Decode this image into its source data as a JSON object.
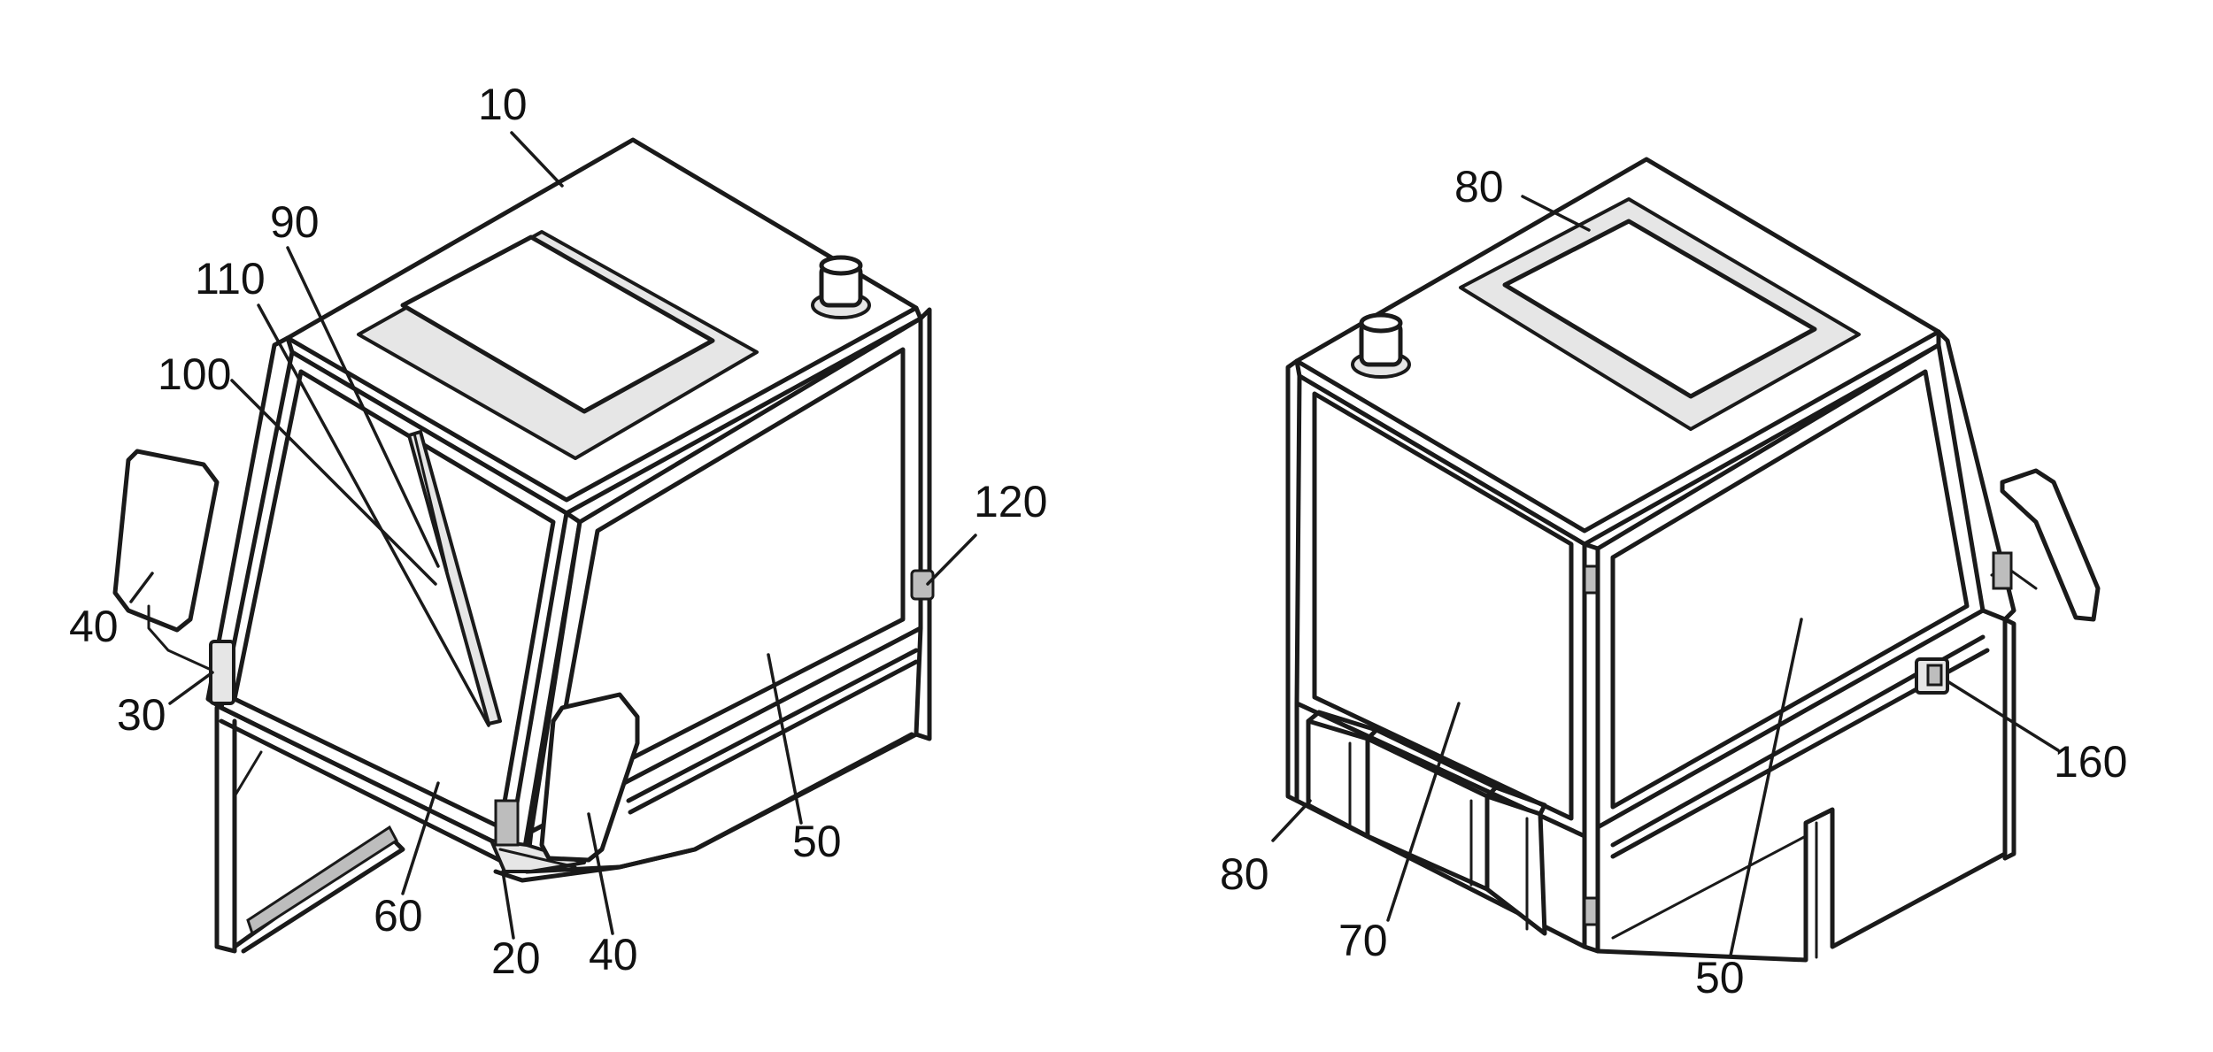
{
  "figures": [
    {
      "id": "left-view",
      "labels": [
        {
          "key": "l10",
          "text": "10"
        },
        {
          "key": "l90",
          "text": "90"
        },
        {
          "key": "l110",
          "text": "110"
        },
        {
          "key": "l100",
          "text": "100"
        },
        {
          "key": "l120",
          "text": "120"
        },
        {
          "key": "l40a",
          "text": "40"
        },
        {
          "key": "l30",
          "text": "30"
        },
        {
          "key": "l50",
          "text": "50"
        },
        {
          "key": "l60",
          "text": "60"
        },
        {
          "key": "l20",
          "text": "20"
        },
        {
          "key": "l40b",
          "text": "40"
        }
      ]
    },
    {
      "id": "right-view",
      "labels": [
        {
          "key": "r80a",
          "text": "80"
        },
        {
          "key": "r160",
          "text": "160"
        },
        {
          "key": "r80b",
          "text": "80"
        },
        {
          "key": "r70",
          "text": "70"
        },
        {
          "key": "r50",
          "text": "50"
        }
      ]
    }
  ]
}
